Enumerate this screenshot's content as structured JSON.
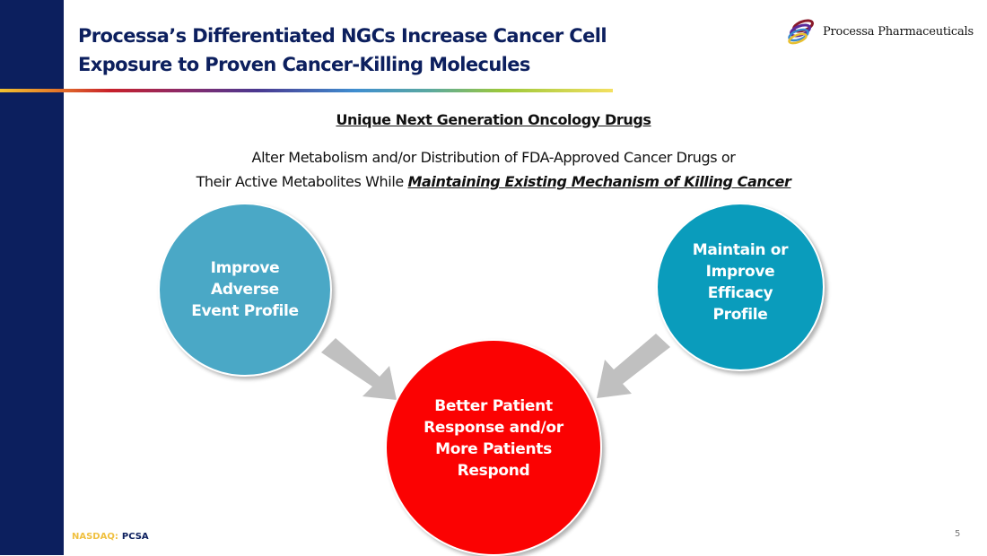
{
  "slide": {
    "title_line1": "Processa’s Differentiated NGCs Increase Cancer Cell",
    "title_line2": "Exposure to Proven Cancer-Killing Molecules",
    "logo_text": "Processa Pharmaceuticals",
    "subheading": "Unique Next Generation Oncology Drugs",
    "body_line1": "Alter Metabolism and/or Distribution of FDA-Approved Cancer Drugs or",
    "body_line2_plain": "Their Active Metabolites While ",
    "body_line2_emphasis": "Maintaining Existing Mechanism of Killing Cancer",
    "circles": {
      "left": [
        "Improve",
        "Adverse",
        "Event Profile"
      ],
      "right": [
        "Maintain or",
        "Improve",
        "Efficacy",
        "Profile"
      ],
      "bottom": [
        "Better Patient",
        "Response and/or",
        "More Patients",
        "Respond"
      ]
    },
    "footer_exchange": "NASDAQ:",
    "footer_ticker": "PCSA",
    "page_number": "5"
  },
  "colors": {
    "navy": "#0c1f5e",
    "left_circle": "#4aa8c6",
    "right_circle": "#0a9cbc",
    "bottom_circle": "#fb0202",
    "arrow": "#c0c0c0"
  }
}
